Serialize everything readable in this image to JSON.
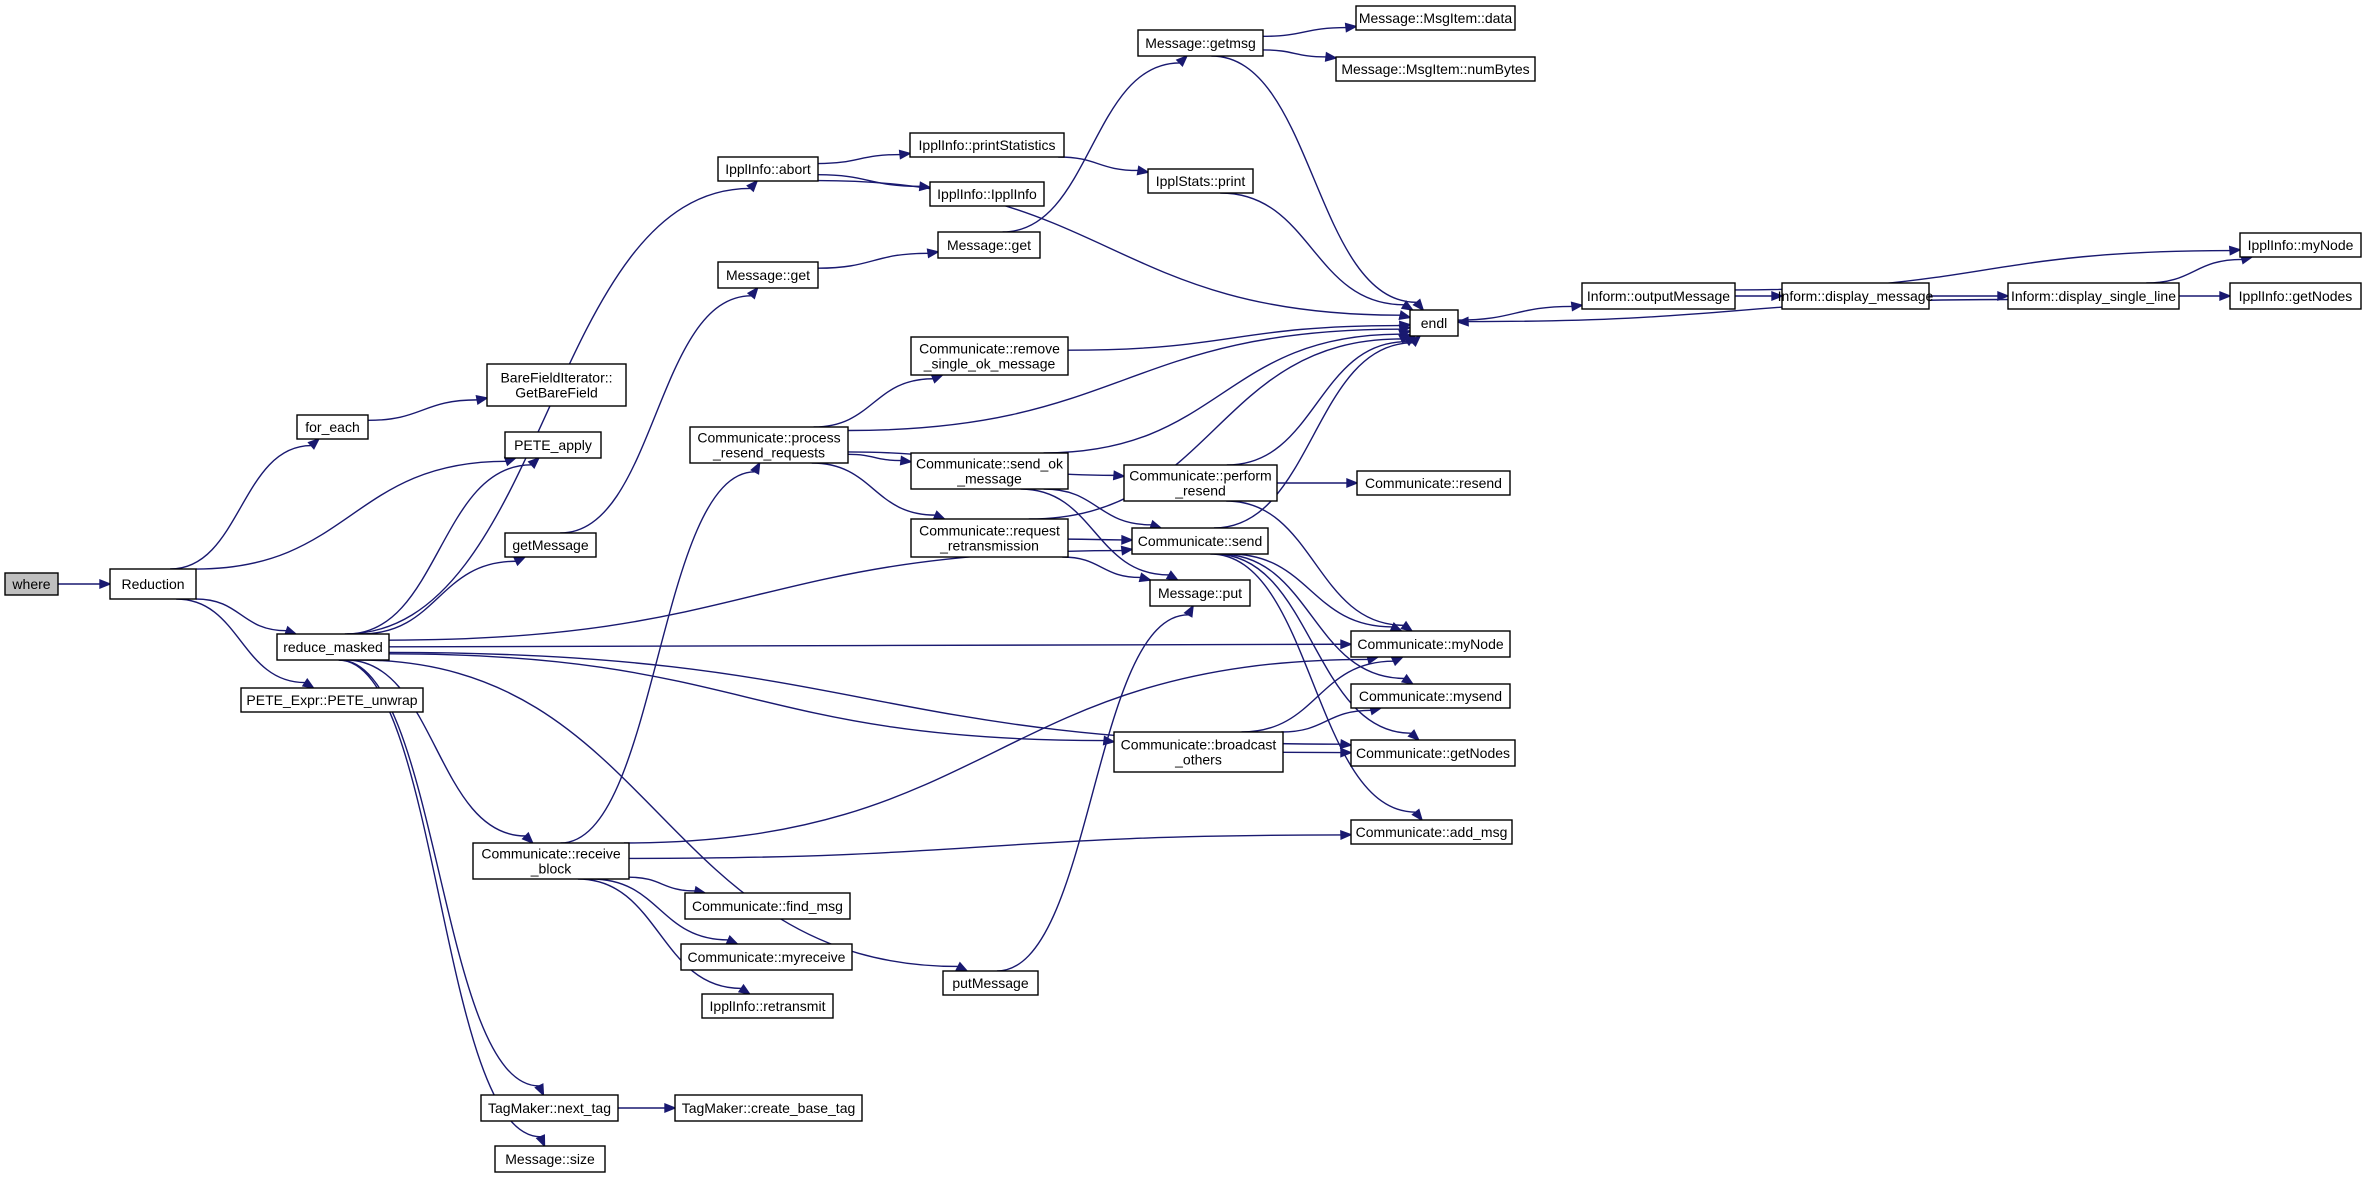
{
  "graph": {
    "colors": {
      "edge": "#191970",
      "node_border": "#000000",
      "node_fill": "#ffffff",
      "root_fill": "#bfbfbf"
    },
    "nodes": [
      {
        "id": "where",
        "lines": [
          "where"
        ],
        "root": true
      },
      {
        "id": "reduction",
        "lines": [
          "Reduction"
        ]
      },
      {
        "id": "for_each",
        "lines": [
          "for_each"
        ]
      },
      {
        "id": "barefield",
        "lines": [
          "BareFieldIterator::",
          "GetBareField"
        ]
      },
      {
        "id": "pete_apply",
        "lines": [
          "PETE_apply"
        ]
      },
      {
        "id": "reduce_masked",
        "lines": [
          "reduce_masked"
        ]
      },
      {
        "id": "pete_unwrap",
        "lines": [
          "PETE_Expr::PETE_unwrap"
        ]
      },
      {
        "id": "getmessage",
        "lines": [
          "getMessage"
        ]
      },
      {
        "id": "ippl_abort",
        "lines": [
          "IpplInfo::abort"
        ]
      },
      {
        "id": "message_get1",
        "lines": [
          "Message::get"
        ]
      },
      {
        "id": "message_get2",
        "lines": [
          "Message::get"
        ]
      },
      {
        "id": "ippl_printstats",
        "lines": [
          "IpplInfo::printStatistics"
        ]
      },
      {
        "id": "ippl_ipplinfo",
        "lines": [
          "IpplInfo::IpplInfo"
        ]
      },
      {
        "id": "message_getmsg",
        "lines": [
          "Message::getmsg"
        ]
      },
      {
        "id": "msgitem_data",
        "lines": [
          "Message::MsgItem::data"
        ]
      },
      {
        "id": "msgitem_numbytes",
        "lines": [
          "Message::MsgItem::numBytes"
        ]
      },
      {
        "id": "ipplstats_print",
        "lines": [
          "IpplStats::print"
        ]
      },
      {
        "id": "endl",
        "lines": [
          "endl"
        ]
      },
      {
        "id": "inform_output",
        "lines": [
          "Inform::outputMessage"
        ]
      },
      {
        "id": "inform_display",
        "lines": [
          "Inform::display_message"
        ]
      },
      {
        "id": "inform_single",
        "lines": [
          "Inform::display_single_line"
        ]
      },
      {
        "id": "ippl_mynode",
        "lines": [
          "IpplInfo::myNode"
        ]
      },
      {
        "id": "ippl_getnodes",
        "lines": [
          "IpplInfo::getNodes"
        ]
      },
      {
        "id": "comm_process",
        "lines": [
          "Communicate::process",
          "_resend_requests"
        ]
      },
      {
        "id": "comm_remove",
        "lines": [
          "Communicate::remove",
          "_single_ok_message"
        ]
      },
      {
        "id": "comm_sendok",
        "lines": [
          "Communicate::send_ok",
          "_message"
        ]
      },
      {
        "id": "comm_request",
        "lines": [
          "Communicate::request",
          "_retransmission"
        ]
      },
      {
        "id": "comm_perform",
        "lines": [
          "Communicate::perform",
          "_resend"
        ]
      },
      {
        "id": "comm_resend",
        "lines": [
          "Communicate::resend"
        ]
      },
      {
        "id": "comm_send",
        "lines": [
          "Communicate::send"
        ]
      },
      {
        "id": "message_put",
        "lines": [
          "Message::put"
        ]
      },
      {
        "id": "comm_mynode",
        "lines": [
          "Communicate::myNode"
        ]
      },
      {
        "id": "comm_mysend",
        "lines": [
          "Communicate::mysend"
        ]
      },
      {
        "id": "comm_getnodes",
        "lines": [
          "Communicate::getNodes"
        ]
      },
      {
        "id": "comm_addmsg",
        "lines": [
          "Communicate::add_msg"
        ]
      },
      {
        "id": "comm_broadcast",
        "lines": [
          "Communicate::broadcast",
          "_others"
        ]
      },
      {
        "id": "comm_receive",
        "lines": [
          "Communicate::receive",
          "_block"
        ]
      },
      {
        "id": "comm_findmsg",
        "lines": [
          "Communicate::find_msg"
        ]
      },
      {
        "id": "comm_myreceive",
        "lines": [
          "Communicate::myreceive"
        ]
      },
      {
        "id": "ippl_retransmit",
        "lines": [
          "IpplInfo::retransmit"
        ]
      },
      {
        "id": "putmessage",
        "lines": [
          "putMessage"
        ]
      },
      {
        "id": "tag_next",
        "lines": [
          "TagMaker::next_tag"
        ]
      },
      {
        "id": "tag_create",
        "lines": [
          "TagMaker::create_base_tag"
        ]
      },
      {
        "id": "message_size",
        "lines": [
          "Message::size"
        ]
      }
    ],
    "edges": [
      [
        "where",
        "reduction"
      ],
      [
        "reduction",
        "for_each"
      ],
      [
        "reduction",
        "pete_apply"
      ],
      [
        "reduction",
        "reduce_masked"
      ],
      [
        "reduction",
        "pete_unwrap"
      ],
      [
        "for_each",
        "barefield"
      ],
      [
        "reduce_masked",
        "pete_apply"
      ],
      [
        "reduce_masked",
        "getmessage"
      ],
      [
        "reduce_masked",
        "ippl_abort"
      ],
      [
        "reduce_masked",
        "comm_send"
      ],
      [
        "reduce_masked",
        "comm_mynode"
      ],
      [
        "reduce_masked",
        "comm_broadcast"
      ],
      [
        "reduce_masked",
        "comm_getnodes"
      ],
      [
        "reduce_masked",
        "comm_receive"
      ],
      [
        "reduce_masked",
        "putmessage"
      ],
      [
        "reduce_masked",
        "tag_next"
      ],
      [
        "reduce_masked",
        "message_size"
      ],
      [
        "getmessage",
        "message_get1"
      ],
      [
        "ippl_abort",
        "ippl_printstats"
      ],
      [
        "ippl_abort",
        "ippl_ipplinfo"
      ],
      [
        "ippl_abort",
        "endl"
      ],
      [
        "ippl_printstats",
        "ipplstats_print"
      ],
      [
        "message_get1",
        "message_get2"
      ],
      [
        "message_get2",
        "message_getmsg"
      ],
      [
        "message_getmsg",
        "msgitem_data"
      ],
      [
        "message_getmsg",
        "msgitem_numbytes"
      ],
      [
        "message_getmsg",
        "endl"
      ],
      [
        "ipplstats_print",
        "endl"
      ],
      [
        "endl",
        "inform_output"
      ],
      [
        "inform_output",
        "inform_display"
      ],
      [
        "inform_output",
        "ippl_mynode"
      ],
      [
        "inform_display",
        "inform_single"
      ],
      [
        "inform_single",
        "ippl_mynode"
      ],
      [
        "inform_single",
        "ippl_getnodes"
      ],
      [
        "inform_single",
        "endl"
      ],
      [
        "comm_process",
        "endl"
      ],
      [
        "comm_process",
        "comm_remove"
      ],
      [
        "comm_process",
        "comm_sendok"
      ],
      [
        "comm_process",
        "comm_request"
      ],
      [
        "comm_process",
        "comm_perform"
      ],
      [
        "comm_remove",
        "endl"
      ],
      [
        "comm_sendok",
        "endl"
      ],
      [
        "comm_sendok",
        "comm_send"
      ],
      [
        "comm_sendok",
        "message_put"
      ],
      [
        "comm_request",
        "comm_send"
      ],
      [
        "comm_request",
        "message_put"
      ],
      [
        "comm_request",
        "endl"
      ],
      [
        "comm_perform",
        "endl"
      ],
      [
        "comm_perform",
        "comm_resend"
      ],
      [
        "comm_perform",
        "comm_mynode"
      ],
      [
        "comm_send",
        "endl"
      ],
      [
        "comm_send",
        "comm_mynode"
      ],
      [
        "comm_send",
        "comm_mysend"
      ],
      [
        "comm_send",
        "comm_getnodes"
      ],
      [
        "comm_send",
        "comm_addmsg"
      ],
      [
        "comm_broadcast",
        "comm_mynode"
      ],
      [
        "comm_broadcast",
        "comm_mysend"
      ],
      [
        "comm_broadcast",
        "comm_getnodes"
      ],
      [
        "comm_receive",
        "comm_process"
      ],
      [
        "comm_receive",
        "comm_mynode"
      ],
      [
        "comm_receive",
        "comm_addmsg"
      ],
      [
        "comm_receive",
        "comm_findmsg"
      ],
      [
        "comm_receive",
        "comm_myreceive"
      ],
      [
        "comm_receive",
        "ippl_retransmit"
      ],
      [
        "putmessage",
        "message_put"
      ],
      [
        "tag_next",
        "tag_create"
      ]
    ]
  }
}
